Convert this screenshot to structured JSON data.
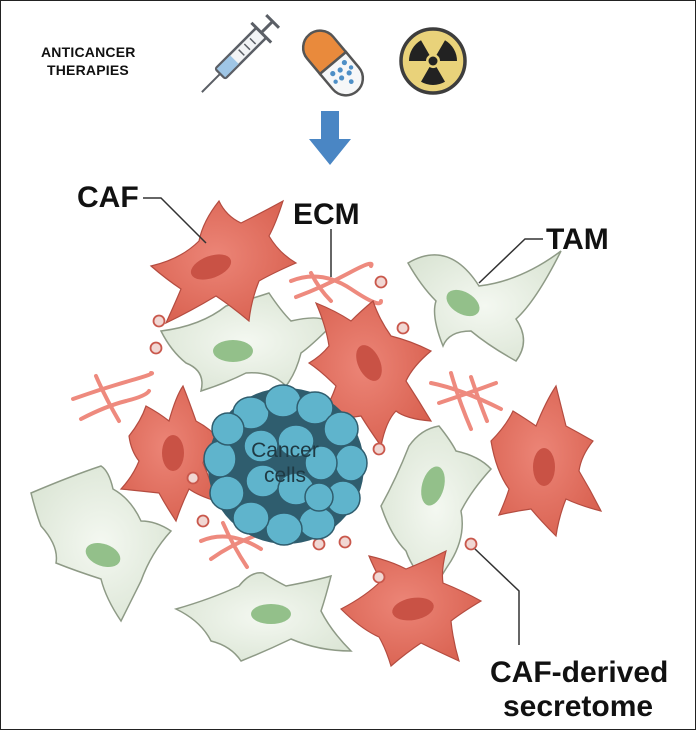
{
  "therapies": {
    "label_line1": "ANTICANCER",
    "label_line2": "THERAPIES",
    "icons": [
      "syringe-icon",
      "pill-capsule-icon",
      "radiation-icon"
    ]
  },
  "labels": {
    "caf": "CAF",
    "ecm": "ECM",
    "tam": "TAM",
    "cancer_line1": "Cancer",
    "cancer_line2": "cells",
    "secretome_line1": "CAF-derived",
    "secretome_line2": "secretome"
  },
  "colors": {
    "caf_fill": "#e16f61",
    "caf_nucleus": "#c95245",
    "tam_fill": "#e8efe3",
    "tam_nucleus": "#93c08a",
    "cancer_fill": "#5fb4cc",
    "ecm_fiber": "#ee8a7e",
    "arrow": "#4a86c4",
    "radiation_bg": "#e9d27a",
    "capsule_top": "#e98a3c"
  }
}
